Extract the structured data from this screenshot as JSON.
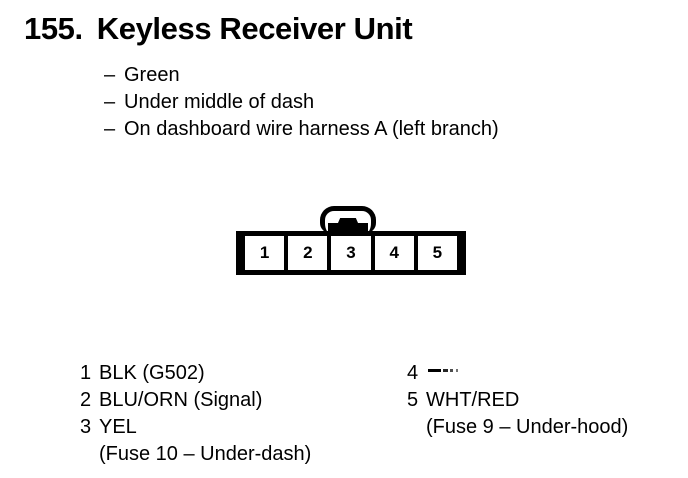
{
  "page": {
    "background_color": "#ffffff",
    "ink_color": "#000000"
  },
  "header": {
    "number": "155.",
    "title": "Keyless Receiver Unit"
  },
  "attributes": {
    "bullet_char": "–",
    "items": [
      {
        "text": "Green"
      },
      {
        "text": "Under middle of dash"
      },
      {
        "text": "On dashboard wire harness A (left branch)"
      }
    ]
  },
  "connector": {
    "name": "5-pin-connector",
    "pin_count": 5,
    "latch": "top-center-locking-tab",
    "pins": [
      {
        "number": "1"
      },
      {
        "number": "2"
      },
      {
        "number": "3"
      },
      {
        "number": "4"
      },
      {
        "number": "5"
      }
    ]
  },
  "legend": {
    "left_column": [
      {
        "number": "1",
        "label": "BLK (G502)",
        "sub": ""
      },
      {
        "number": "2",
        "label": "BLU/ORN (Signal)",
        "sub": ""
      },
      {
        "number": "3",
        "label": "YEL",
        "sub": "(Fuse 10 – Under-dash)"
      }
    ],
    "right_column": [
      {
        "number": "4",
        "label": "",
        "sub": "",
        "degraded": true
      },
      {
        "number": "5",
        "label": "WHT/RED",
        "sub": "(Fuse 9 – Under-hood)"
      }
    ]
  }
}
